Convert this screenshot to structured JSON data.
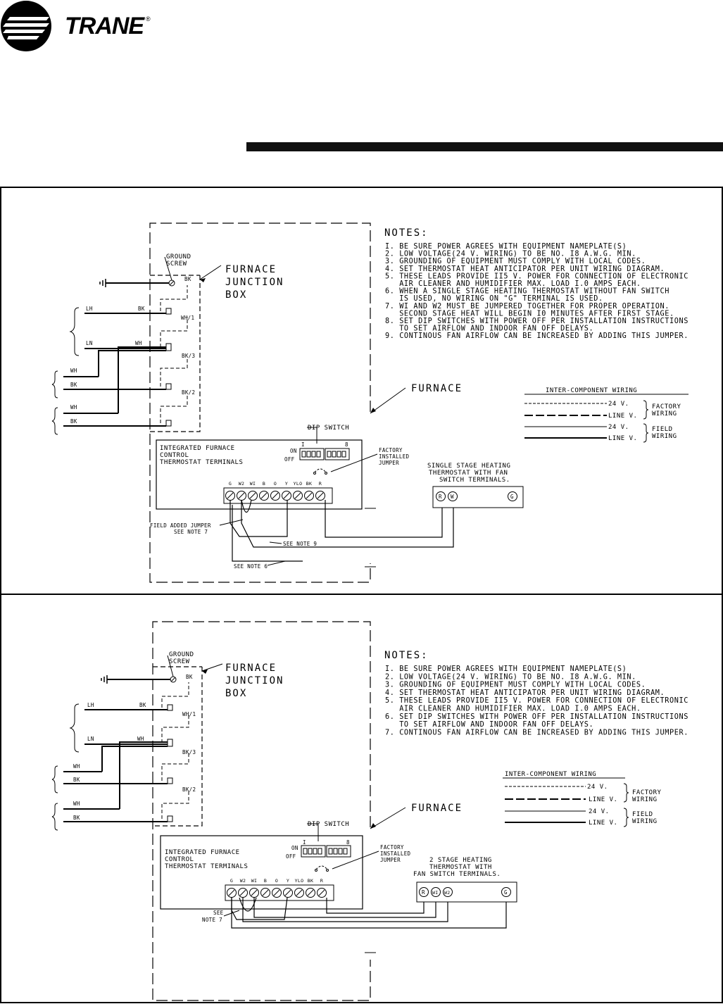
{
  "brand": {
    "name": "TRANE",
    "registered": "®"
  },
  "diagram1": {
    "junction_box": {
      "ground_screw": [
        "GROUND",
        "SCREW"
      ],
      "title": [
        "FURNACE",
        "JUNCTION",
        "BOX"
      ]
    },
    "furnace_label": "FURNACE",
    "wire_labels": {
      "bk_top": "BK",
      "wh1": "WH/1",
      "bk3": "BK/3",
      "bk2": "BK/2",
      "lh": "LH",
      "ln": "LN",
      "bk_lh": "BK",
      "wh_ln": "WH",
      "wh_a": "WH",
      "bk_a": "BK",
      "wh_b": "WH",
      "bk_b": "BK"
    },
    "dip_switch": {
      "label": "DIP SWITCH",
      "on": "ON",
      "off": "OFF",
      "num1": "I",
      "num8": "8"
    },
    "ifc_label": [
      "INTEGRATED FURNACE",
      "CONTROL",
      "THERMOSTAT TERMINALS"
    ],
    "factory_jumper": [
      "FACTORY",
      "INSTALLED",
      "JUMPER"
    ],
    "terminals": [
      "G",
      "W2",
      "WI",
      "B",
      "O",
      "Y",
      "YLO",
      "BK",
      "R"
    ],
    "thermostat": {
      "title": [
        "SINGLE STAGE HEATING",
        "THERMOSTAT WITH FAN",
        "SWITCH TERMINALS."
      ],
      "terminals": [
        "R",
        "W",
        "G"
      ]
    },
    "field_jumper": [
      "FIELD ADDED JUMPER",
      "SEE NOTE 7"
    ],
    "see_note_9": "SEE NOTE 9",
    "see_note_6": "SEE NOTE 6",
    "notes_title": "NOTES:",
    "notes": [
      "I. BE SURE POWER AGREES WITH EQUIPMENT NAMEPLATE(S)",
      "2. LOW VOLTAGE(24 V. WIRING) TO BE NO. I8 A.W.G. MIN.",
      "3. GROUNDING OF EQUIPMENT MUST COMPLY WITH LOCAL CODES.",
      "4. SET THERMOSTAT HEAT ANTICIPATOR PER UNIT WIRING DIAGRAM.",
      "5. THESE LEADS PROVIDE II5 V. POWER FOR CONNECTION OF ELECTRONIC",
      "   AIR CLEANER AND HUMIDIFIER MAX. LOAD I.0 AMPS EACH.",
      "6. WHEN A SINGLE STAGE HEATING THERMOSTAT WITHOUT FAN SWITCH",
      "   IS USED, NO WIRING ON \"G\" TERMINAL IS USED.",
      "7. WI AND W2 MUST BE JUMPERED TOGETHER FOR PROPER OPERATION.",
      "   SECOND STAGE HEAT WILL BEGIN I0 MINUTES AFTER FIRST STAGE.",
      "8. SET DIP SWITCHES WITH POWER OFF PER INSTALLATION INSTRUCTIONS",
      "   TO SET AIRFLOW AND INDOOR FAN OFF DELAYS.",
      "9. CONTINOUS FAN AIRFLOW CAN BE INCREASED BY ADDING THIS JUMPER."
    ],
    "legend": {
      "title": "INTER-COMPONENT WIRING",
      "v24": "24 V.",
      "line": "LINE V.",
      "factory": [
        "FACTORY",
        "WIRING"
      ],
      "field": [
        "FIELD",
        "WIRING"
      ]
    }
  },
  "diagram2": {
    "junction_box": {
      "ground_screw": [
        "GROUND",
        "SCREW"
      ],
      "title": [
        "FURNACE",
        "JUNCTION",
        "BOX"
      ]
    },
    "furnace_label": "FURNACE",
    "wire_labels": {
      "bk_top": "BK",
      "wh1": "WH/1",
      "bk3": "BK/3",
      "bk2": "BK/2",
      "lh": "LH",
      "ln": "LN",
      "bk_lh": "BK",
      "wh_ln": "WH",
      "wh_a": "WH",
      "bk_a": "BK",
      "wh_b": "WH",
      "bk_b": "BK"
    },
    "dip_switch": {
      "label": "DIP SWITCH",
      "on": "ON",
      "off": "OFF",
      "num1": "I",
      "num8": "8"
    },
    "ifc_label": [
      "INTEGRATED FURNACE",
      "CONTROL",
      "THERMOSTAT TERMINALS"
    ],
    "factory_jumper": [
      "FACTORY",
      "INSTALLED",
      "JUMPER"
    ],
    "terminals": [
      "G",
      "W2",
      "WI",
      "B",
      "O",
      "Y",
      "YLO",
      "BK",
      "R"
    ],
    "thermostat": {
      "title": [
        "2 STAGE HEATING",
        "THERMOSTAT WITH",
        "FAN SWITCH TERMINALS."
      ],
      "terminals": [
        "R",
        "WI",
        "W2",
        "G"
      ]
    },
    "see_note_7": [
      "SEE",
      "NOTE 7"
    ],
    "notes_title": "NOTES:",
    "notes": [
      "I. BE SURE POWER AGREES WITH EQUIPMENT NAMEPLATE(S)",
      "2. LOW VOLTAGE(24 V. WIRING) TO BE NO. I8 A.W.G. MIN.",
      "3. GROUNDING OF EQUIPMENT MUST COMPLY WITH LOCAL CODES.",
      "4. SET THERMOSTAT HEAT ANTICIPATOR PER UNIT WIRING DIAGRAM.",
      "5. THESE LEADS PROVIDE II5 V. POWER FOR CONNECTION OF ELECTRONIC",
      "   AIR CLEANER AND HUMIDIFIER MAX. LOAD I.0 AMPS EACH.",
      "6. SET DIP SWITCHES WITH POWER OFF PER INSTALLATION INSTRUCTIONS",
      "   TO SET AIRFLOW AND INDOOR FAN OFF DELAYS.",
      "7. CONTINOUS FAN AIRFLOW CAN BE INCREASED BY ADDING THIS JUMPER."
    ],
    "legend": {
      "title": "INTER-COMPONENT WIRING",
      "v24": "24 V.",
      "line": "LINE V.",
      "factory": [
        "FACTORY",
        "WIRING"
      ],
      "field": [
        "FIELD",
        "WIRING"
      ]
    }
  }
}
